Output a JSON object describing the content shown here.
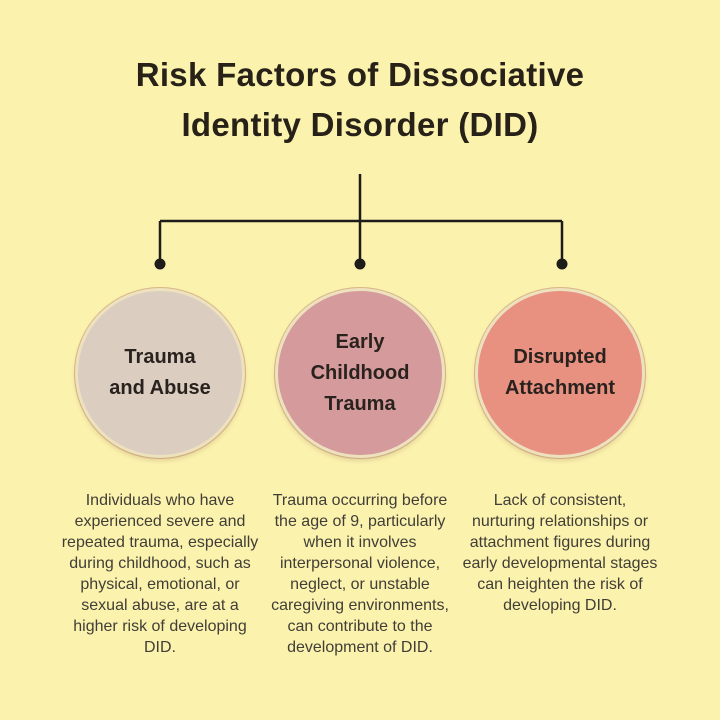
{
  "infographic": {
    "title_line1": "Risk Factors of Dissociative",
    "title_line2": "Identity Disorder (DID)",
    "factors": [
      {
        "label_lines": [
          "Trauma",
          "and Abuse"
        ],
        "circle_fill": "#dbcec1",
        "description": "Individuals who have experienced severe and repeated trauma, especially during childhood, such as physical, emotional, or sexual abuse, are at a higher risk of developing DID."
      },
      {
        "label_lines": [
          "Early",
          "Childhood",
          "Trauma"
        ],
        "circle_fill": "#d59a9b",
        "description": "Trauma occurring before the age of 9, particularly when it involves interpersonal violence, neglect, or unstable caregiving environments, can contribute to the development of DID."
      },
      {
        "label_lines": [
          "Disrupted",
          "Attachment"
        ],
        "circle_fill": "#e99181",
        "description": "Lack of consistent, nurturing relationships or attachment figures during early developmental stages can heighten the risk of developing DID."
      }
    ],
    "colors": {
      "background": "#fbf2ae",
      "connector": "#1d1c1a",
      "title_text": "#272118",
      "label_text": "#2a221e",
      "body_text": "#403e36",
      "circle_ring": "#eee1bd"
    }
  }
}
